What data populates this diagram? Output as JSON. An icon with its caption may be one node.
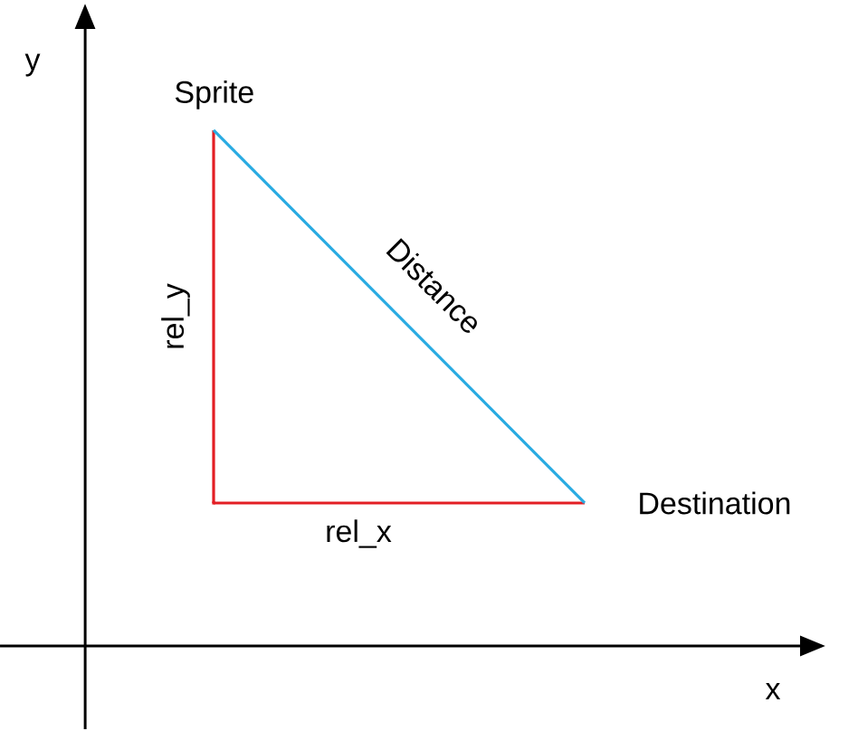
{
  "diagram": {
    "nodes": [
      {
        "text": [],
        "shape": "point",
        "beside": [
          "Sprite"
        ]
      },
      {
        "text": [],
        "shape": "point"
      },
      {
        "text": [],
        "shape": "point",
        "beside": [
          "Destination"
        ]
      }
    ],
    "edges": [
      {
        "from": 0,
        "to": 1,
        "arrow": "none",
        "label": "rel_y",
        "color": "#e31e24"
      },
      {
        "from": 1,
        "to": 2,
        "arrow": "none",
        "label": "rel_x",
        "color": "#e31e24"
      },
      {
        "from": 0,
        "to": 2,
        "arrow": "none",
        "label": "Distance",
        "color": "#29abe2"
      }
    ],
    "labels": [
      "y",
      "x"
    ]
  }
}
